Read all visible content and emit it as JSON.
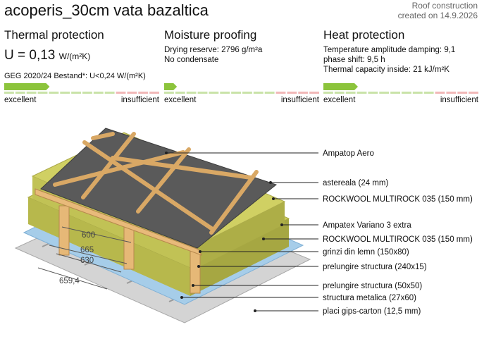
{
  "header": {
    "title": "acoperis_30cm vata bazaltica",
    "meta_line1": "Roof construction",
    "meta_line2": "created on 14.9.2026"
  },
  "thermal": {
    "heading": "Thermal protection",
    "u_value": "U = 0,13",
    "u_unit": "W/(m²K)",
    "geg": "GEG 2020/24 Bestand*: U<0,24 W/(m²K)",
    "scale_left": "excellent",
    "scale_right": "insufficient",
    "rating_fraction": 0.27
  },
  "moisture": {
    "heading": "Moisture proofing",
    "line1": "Drying reserve: 2796 g/m²a",
    "line2": "No condensate",
    "scale_left": "excellent",
    "scale_right": "insufficient",
    "rating_fraction": 0.06
  },
  "heat": {
    "heading": "Heat protection",
    "line1": "Temperature amplitude damping: 9,1",
    "line2": "phase shift: 9,5 h",
    "line3": "Thermal capacity inside: 21 kJ/m²K",
    "scale_left": "excellent",
    "scale_right": "insufficient",
    "rating_fraction": 0.2
  },
  "layers": [
    "Ampatop Aero",
    "astereala (24 mm)",
    "ROCKWOOL MULTIROCK 035 (150 mm)",
    "Ampatex Variano 3 extra",
    "ROCKWOOL MULTIROCK 035 (150 mm)",
    "grinzi din lemn (150x80)",
    "prelungire structura (240x15)",
    "prelungire structura (50x50)",
    "structura metalica (27x60)",
    "placi gips-carton (12,5 mm)"
  ],
  "dimensions": [
    "600",
    "665",
    "630",
    "659,4"
  ],
  "colors": {
    "good": "#8cc43c",
    "scale_green": "#c9e3a8",
    "scale_red": "#f1b8b8",
    "wood": "#e8b878",
    "insulation": "#c8c858",
    "membrane_blue": "#9fc8e8",
    "roof_dark": "#555555",
    "gypsum": "#cfcfcf"
  }
}
